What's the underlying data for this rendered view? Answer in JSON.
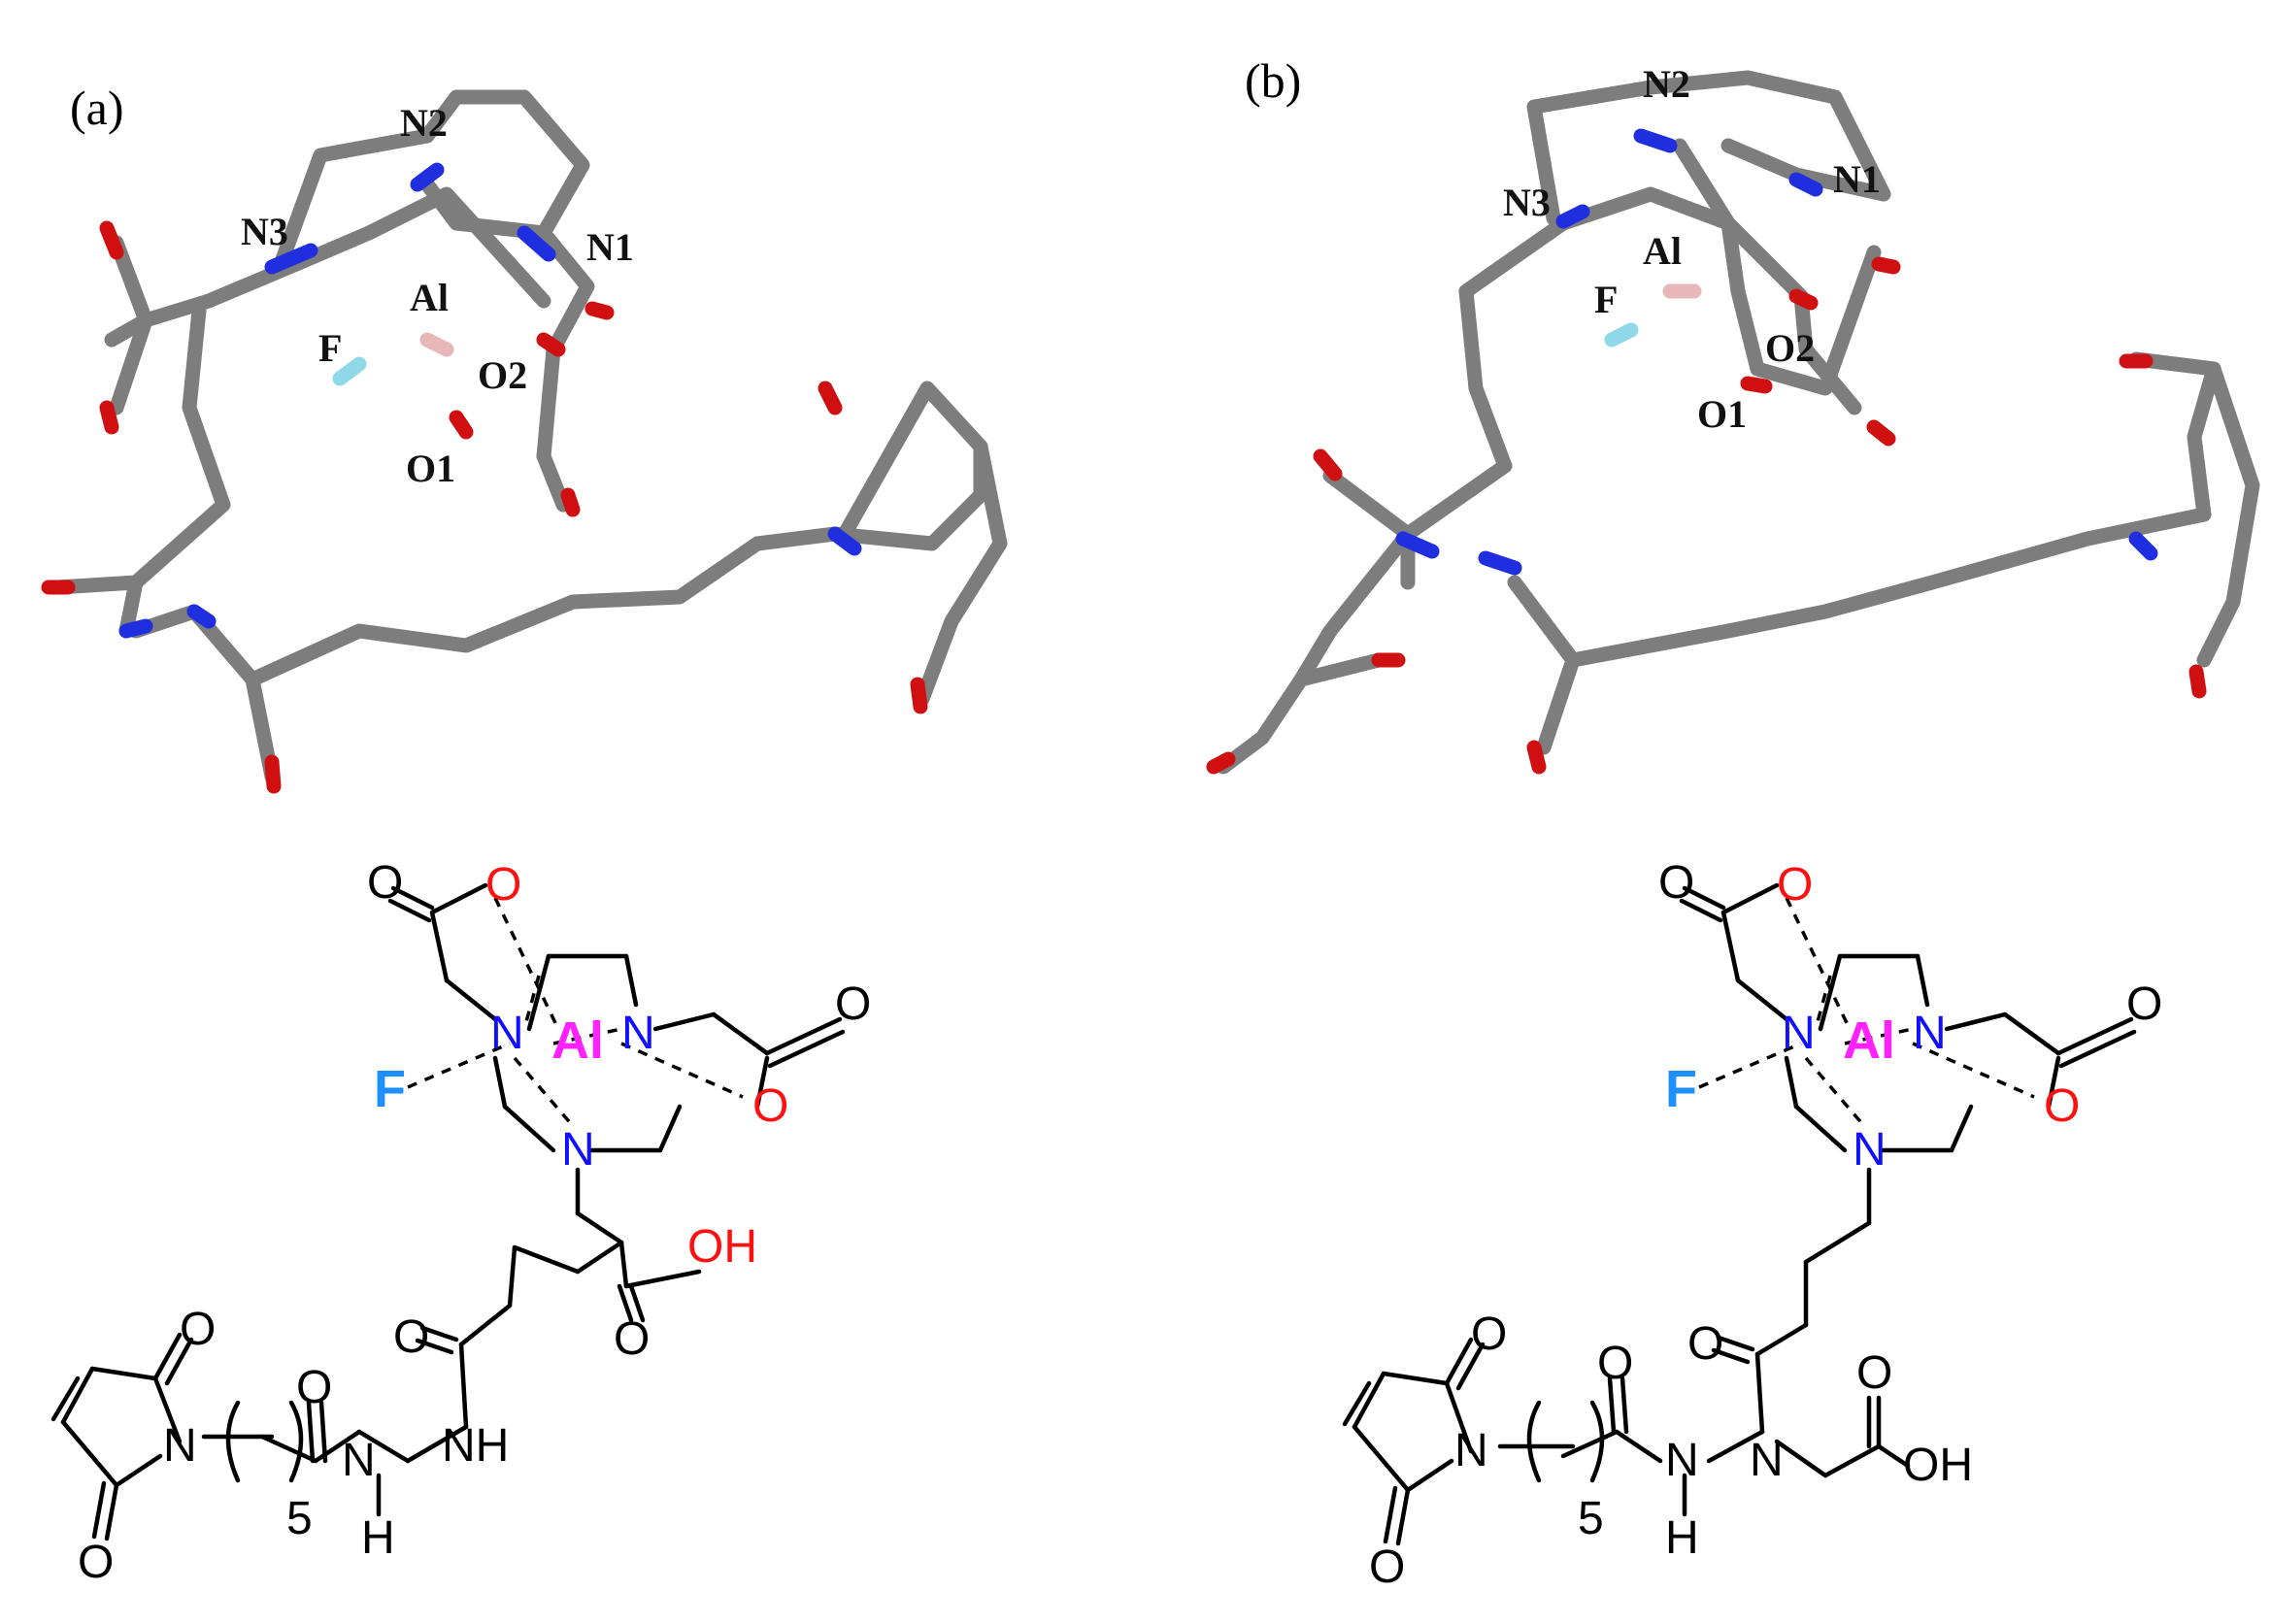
{
  "panels": [
    {
      "label": "(a)",
      "model_atoms": {
        "N1": "N1",
        "N2": "N2",
        "N3": "N3",
        "Al": "Al",
        "F": "F",
        "O1": "O1",
        "O2": "O2"
      },
      "structure": {
        "metal": "Al",
        "fluoride": "F",
        "n": "N",
        "o": "O",
        "oh": "OH",
        "nh": "NH",
        "h": "H",
        "repeat": "5"
      }
    },
    {
      "label": "(b)",
      "model_atoms": {
        "N1": "N1",
        "N2": "N2",
        "N3": "N3",
        "Al": "Al",
        "F": "F",
        "O1": "O1",
        "O2": "O2"
      },
      "structure": {
        "metal": "Al",
        "fluoride": "F",
        "n": "N",
        "o": "O",
        "oh": "OH",
        "nh": "N",
        "h": "H",
        "repeat": "5"
      }
    }
  ],
  "colors": {
    "carbon": "#8a8a8a",
    "nitrogen": "#1f2fe0",
    "oxygen": "#d01010",
    "aluminium_model": "#e8b8b8",
    "fluorine_model": "#8fd8e8",
    "aluminium_label": "#ff22ff",
    "fluorine_label": "#1e8fff",
    "oxygen_label": "#ff1010",
    "nitrogen_label": "#1010ff"
  }
}
